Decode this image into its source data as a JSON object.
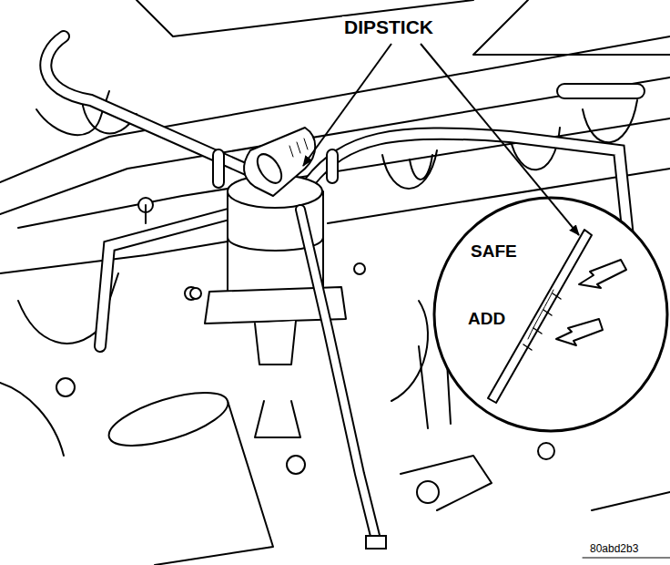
{
  "diagram": {
    "labels": [
      "DIPSTICK",
      "SAFE",
      "ADD",
      "80abd2b3"
    ]
  }
}
